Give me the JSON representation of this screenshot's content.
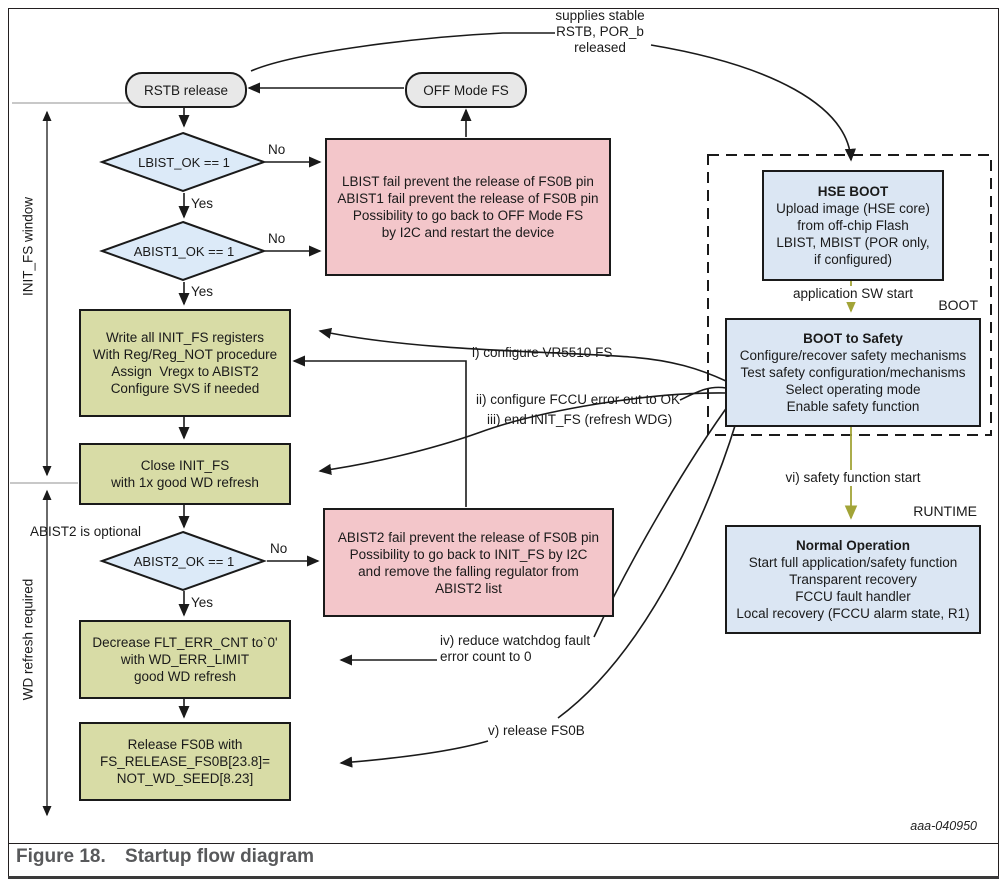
{
  "figure": {
    "caption_label": "Figure 18.",
    "caption_title": "Startup flow diagram",
    "watermark": "aaa-040950"
  },
  "colors": {
    "error_fill": "#f3c6ca",
    "process_fill": "#d8dca6",
    "safety_fill": "#dbe6f3",
    "decision_fill": "#dceaf8",
    "terminator_fill": "#e8e8e8",
    "olive_arrow": "#a2a437"
  },
  "terminators": {
    "rstb_release": "RSTB release",
    "off_mode_fs": "OFF Mode FS"
  },
  "decisions": {
    "lbist": "LBIST_OK == 1",
    "abist1": "ABIST1_OK == 1",
    "abist2": "ABIST2_OK == 1"
  },
  "branch": {
    "yes": "Yes",
    "no": "No"
  },
  "process": {
    "write_init_fs": "Write all INIT_FS registers\nWith Reg/Reg_NOT procedure\nAssign  Vregx to ABIST2\nConfigure SVS if needed",
    "close_init_fs": "Close INIT_FS\nwith 1x good WD refresh",
    "decrease_flt": "Decrease FLT_ERR_CNT to`0'\nwith WD_ERR_LIMIT\ngood WD refresh",
    "release_fs0b": "Release FS0B with\nFS_RELEASE_FS0B[23.8]=\nNOT_WD_SEED[8.23]"
  },
  "errors": {
    "lbist_abist1": "LBIST fail prevent the release of FS0B pin\nABIST1 fail prevent the release of FS0B pin\nPossibility to go back to OFF Mode FS\nby I2C and restart the device",
    "abist2": "ABIST2 fail prevent the release of FS0B pin\nPossibility to go back to INIT_FS by I2C\nand remove the falling regulator from\nABIST2 list"
  },
  "mcu": {
    "hse_boot_title": "HSE BOOT",
    "hse_boot_body": "Upload image (HSE core)\nfrom off-chip Flash\nLBIST, MBIST (POR only,\nif configured)",
    "boot_to_safety_title": "BOOT to Safety",
    "boot_to_safety_body": "Configure/recover safety mechanisms\nTest safety configuration/mechanisms\nSelect operating mode\nEnable safety function",
    "normal_operation_title": "Normal Operation",
    "normal_operation_body": "Start full application/safety function\nTransparent recovery\nFCCU fault handler\nLocal recovery (FCCU alarm state, R1)",
    "phase_boot": "BOOT",
    "phase_runtime": "RUNTIME"
  },
  "annotations": {
    "supplies": "supplies stable\nRSTB, POR_b\nreleased",
    "app_sw_start": "application SW start",
    "step_i": "i) configure VR5510 FS",
    "step_ii": "ii) configure FCCU error out to OK",
    "step_iii": "iii) end INIT_FS (refresh WDG)",
    "step_iv": "iv) reduce watchdog fault\nerror count to 0",
    "step_v": "v) release FS0B",
    "step_vi": "vi) safety function start",
    "abist2_optional": "ABIST2 is optional",
    "init_fs_window": "INIT_FS window",
    "wd_refresh_required": "WD refresh required"
  }
}
